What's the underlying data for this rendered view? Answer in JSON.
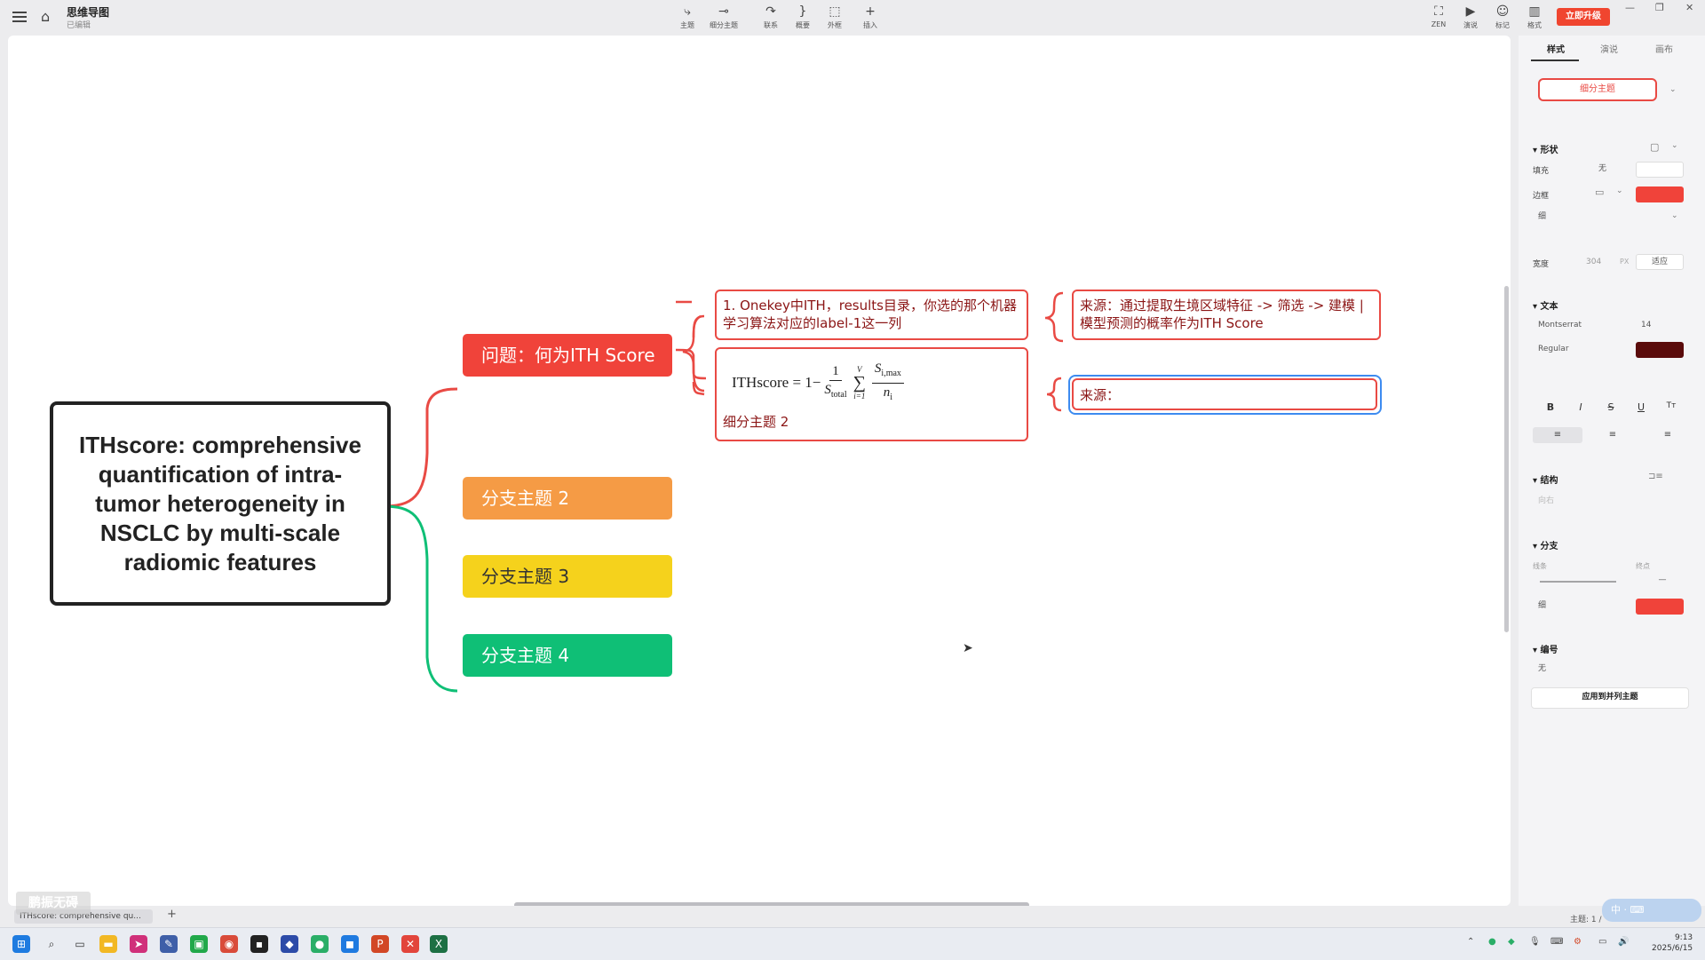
{
  "app": {
    "title": "思维导图",
    "status": "已编辑",
    "upgrade_label": "立即升级"
  },
  "toolbar": {
    "tools": [
      {
        "icon": "topic-icon",
        "glyph": "⤷",
        "label": "主题"
      },
      {
        "icon": "subtopic-icon",
        "glyph": "⊸",
        "label": "细分主题"
      },
      {
        "icon": "relation-icon",
        "glyph": "↷",
        "label": "联系"
      },
      {
        "icon": "summary-icon",
        "glyph": "}",
        "label": "概要"
      },
      {
        "icon": "boundary-icon",
        "glyph": "⬚",
        "label": "外框"
      },
      {
        "icon": "insert-icon",
        "glyph": "+",
        "label": "插入"
      }
    ],
    "right_tools": [
      {
        "icon": "zen-icon",
        "glyph": "⛶",
        "label": "ZEN"
      },
      {
        "icon": "present-icon",
        "glyph": "▶",
        "label": "演说"
      },
      {
        "icon": "marker-icon",
        "glyph": "☺",
        "label": "标记"
      },
      {
        "icon": "format-icon",
        "glyph": "▥",
        "label": "格式"
      }
    ]
  },
  "window_controls": {
    "minimize": "—",
    "maximize": "❐",
    "close": "✕"
  },
  "mindmap": {
    "central": "ITHscore: comprehensive quantification of intra-tumor heterogeneity in NSCLC by multi-scale radiomic features",
    "branches": [
      "问题：何为ITH Score",
      "分支主题 2",
      "分支主题 3",
      "分支主题 4"
    ],
    "branch_colors": [
      "#f0433a",
      "#f59b45",
      "#f5d21c",
      "#0fbf76"
    ],
    "subtopics": {
      "s1": "1. Onekey中ITH，results目录，你选的那个机器学习算法对应的label-1这一列",
      "s2_label": "细分主题 2"
    },
    "formula": {
      "lhs": "ITHscore = 1−",
      "num": "1",
      "den": "S",
      "den_sub": "total",
      "sigma_top": "V",
      "sigma_bot": "i=1",
      "num2": "S",
      "num2_sub": "i,max",
      "den2": "n",
      "den2_sub": "i"
    },
    "sources": [
      "来源：通过提取生境区域特征 -> 筛选 -> 建模 | 模型预测的概率作为ITH Score",
      "来源："
    ]
  },
  "panel": {
    "tabs": [
      "样式",
      "演说",
      "画布"
    ],
    "style_selector": "细分主题",
    "shape": {
      "title": "形状",
      "fill_label": "填充",
      "fill_value": "无",
      "border_label": "边框",
      "border_color": "#f0433a",
      "border_weight": "细"
    },
    "width": {
      "label": "宽度",
      "value": "304",
      "unit": "PX",
      "fit": "适应"
    },
    "text": {
      "title": "文本",
      "font": "Montserrat",
      "size": "14",
      "weight": "Regular",
      "color": "#5a0b0b"
    },
    "format_buttons": [
      "B",
      "I",
      "S",
      "U",
      "Tт"
    ],
    "structure": {
      "title": "结构",
      "value": "向右"
    },
    "branch": {
      "title": "分支",
      "line_label": "线条",
      "end_label": "终点",
      "weight": "细",
      "color": "#f0433a"
    },
    "numbering": {
      "title": "编号",
      "value": "无"
    },
    "apply_label": "应用到并列主题",
    "topic_count": "主题: 1 /"
  },
  "tabs_bar": {
    "doc_tab": "ITHscore: comprehensive qu...",
    "add_label": "+"
  },
  "watermark": "鹏振无碍",
  "taskbar": {
    "apps": [
      {
        "name": "windows-start-icon",
        "glyph": "⊞",
        "color": "#1e7be0"
      },
      {
        "name": "search-icon",
        "glyph": "⌕",
        "color": "#333"
      },
      {
        "name": "task-view-icon",
        "glyph": "▭",
        "color": "#333"
      },
      {
        "name": "file-explorer-icon",
        "glyph": "▬",
        "color": "#f2b824"
      },
      {
        "name": "arrow-app-icon",
        "glyph": "➤",
        "color": "#d0307a"
      },
      {
        "name": "feather-app-icon",
        "glyph": "✎",
        "color": "#3f5fa8"
      },
      {
        "name": "pycharm-icon",
        "glyph": "▣",
        "color": "#21a84a"
      },
      {
        "name": "chrome-icon",
        "glyph": "◉",
        "color": "#d94b3a"
      },
      {
        "name": "terminal-icon",
        "glyph": "▪",
        "color": "#222"
      },
      {
        "name": "vpn-icon",
        "glyph": "◆",
        "color": "#2c4ba8"
      },
      {
        "name": "wechat-icon",
        "glyph": "●",
        "color": "#2aae67"
      },
      {
        "name": "chat-app-icon",
        "glyph": "◼",
        "color": "#1f7ae0"
      },
      {
        "name": "powerpoint-icon",
        "glyph": "P",
        "color": "#d24726"
      },
      {
        "name": "xmind-icon",
        "glyph": "✕",
        "color": "#e2453c"
      },
      {
        "name": "excel-icon",
        "glyph": "X",
        "color": "#1d7044"
      }
    ],
    "time": "9:13",
    "date": "2025/6/15"
  }
}
